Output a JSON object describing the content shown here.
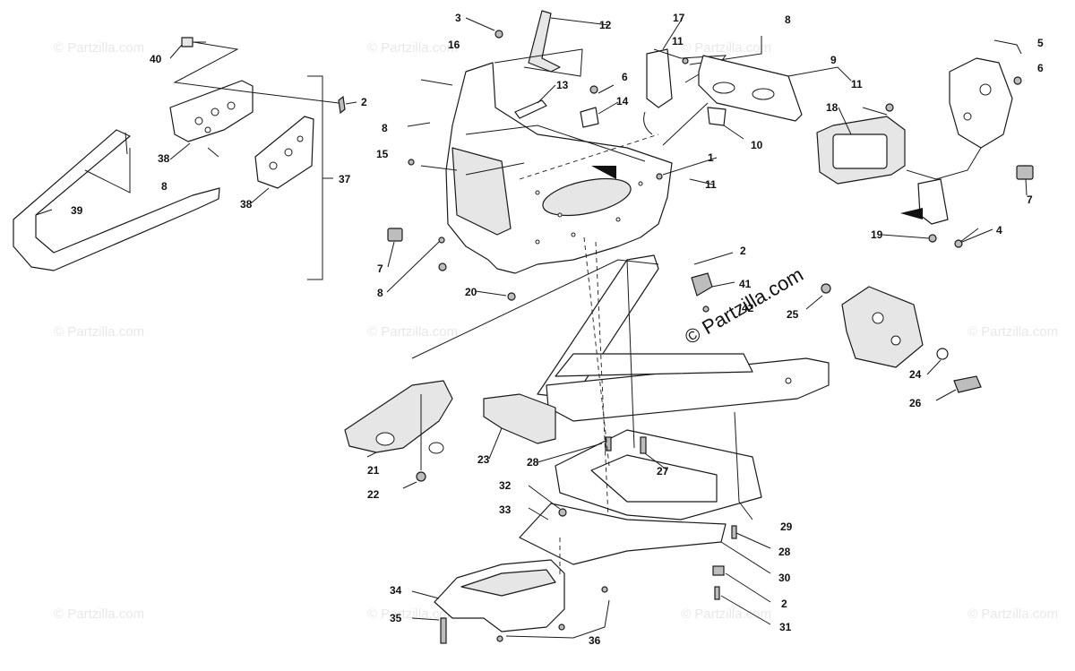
{
  "watermark": {
    "main_text": "© Partzilla.com",
    "faint_text": "© Partzilla.com"
  },
  "callouts": {
    "c1": "1",
    "c2a": "2",
    "c2b": "2",
    "c2c": "2",
    "c3": "3",
    "c4": "4",
    "c5": "5",
    "c6a": "6",
    "c6b": "6",
    "c7a": "7",
    "c7b": "7",
    "c8a": "8",
    "c8b": "8",
    "c8c": "8",
    "c8d": "8",
    "c9": "9",
    "c10": "10",
    "c11a": "11",
    "c11b": "11",
    "c11c": "11",
    "c12": "12",
    "c13": "13",
    "c14": "14",
    "c15": "15",
    "c16": "16",
    "c17": "17",
    "c18": "18",
    "c19": "19",
    "c20": "20",
    "c21": "21",
    "c22": "22",
    "c23": "23",
    "c24": "24",
    "c25": "25",
    "c26": "26",
    "c27": "27",
    "c28a": "28",
    "c28b": "28",
    "c29": "29",
    "c30": "30",
    "c31": "31",
    "c32": "32",
    "c33": "33",
    "c34": "34",
    "c35": "35",
    "c36": "36",
    "c37": "37",
    "c38a": "38",
    "c38b": "38",
    "c39": "39",
    "c40": "40",
    "c41": "41",
    "c42": "42"
  },
  "colors": {
    "line": "#1a1a1a",
    "fill": "#ffffff",
    "shade": "#e6e6e6",
    "background": "#ffffff"
  }
}
